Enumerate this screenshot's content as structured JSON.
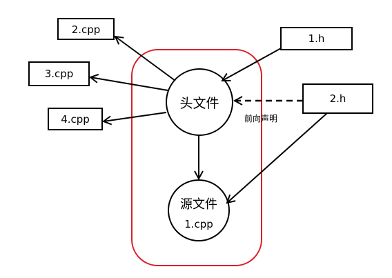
{
  "nodes": {
    "header": "头文件",
    "source": "源文件",
    "source_sub": "1.cpp",
    "h1": "1.h",
    "h2": "2.h",
    "cpp2": "2.cpp",
    "cpp3": "3.cpp",
    "cpp4": "4.cpp"
  },
  "annotations": {
    "forward_decl": "前向声明"
  },
  "colors": {
    "group_border": "#d9202a",
    "stroke": "#000000",
    "background": "#ffffff"
  }
}
